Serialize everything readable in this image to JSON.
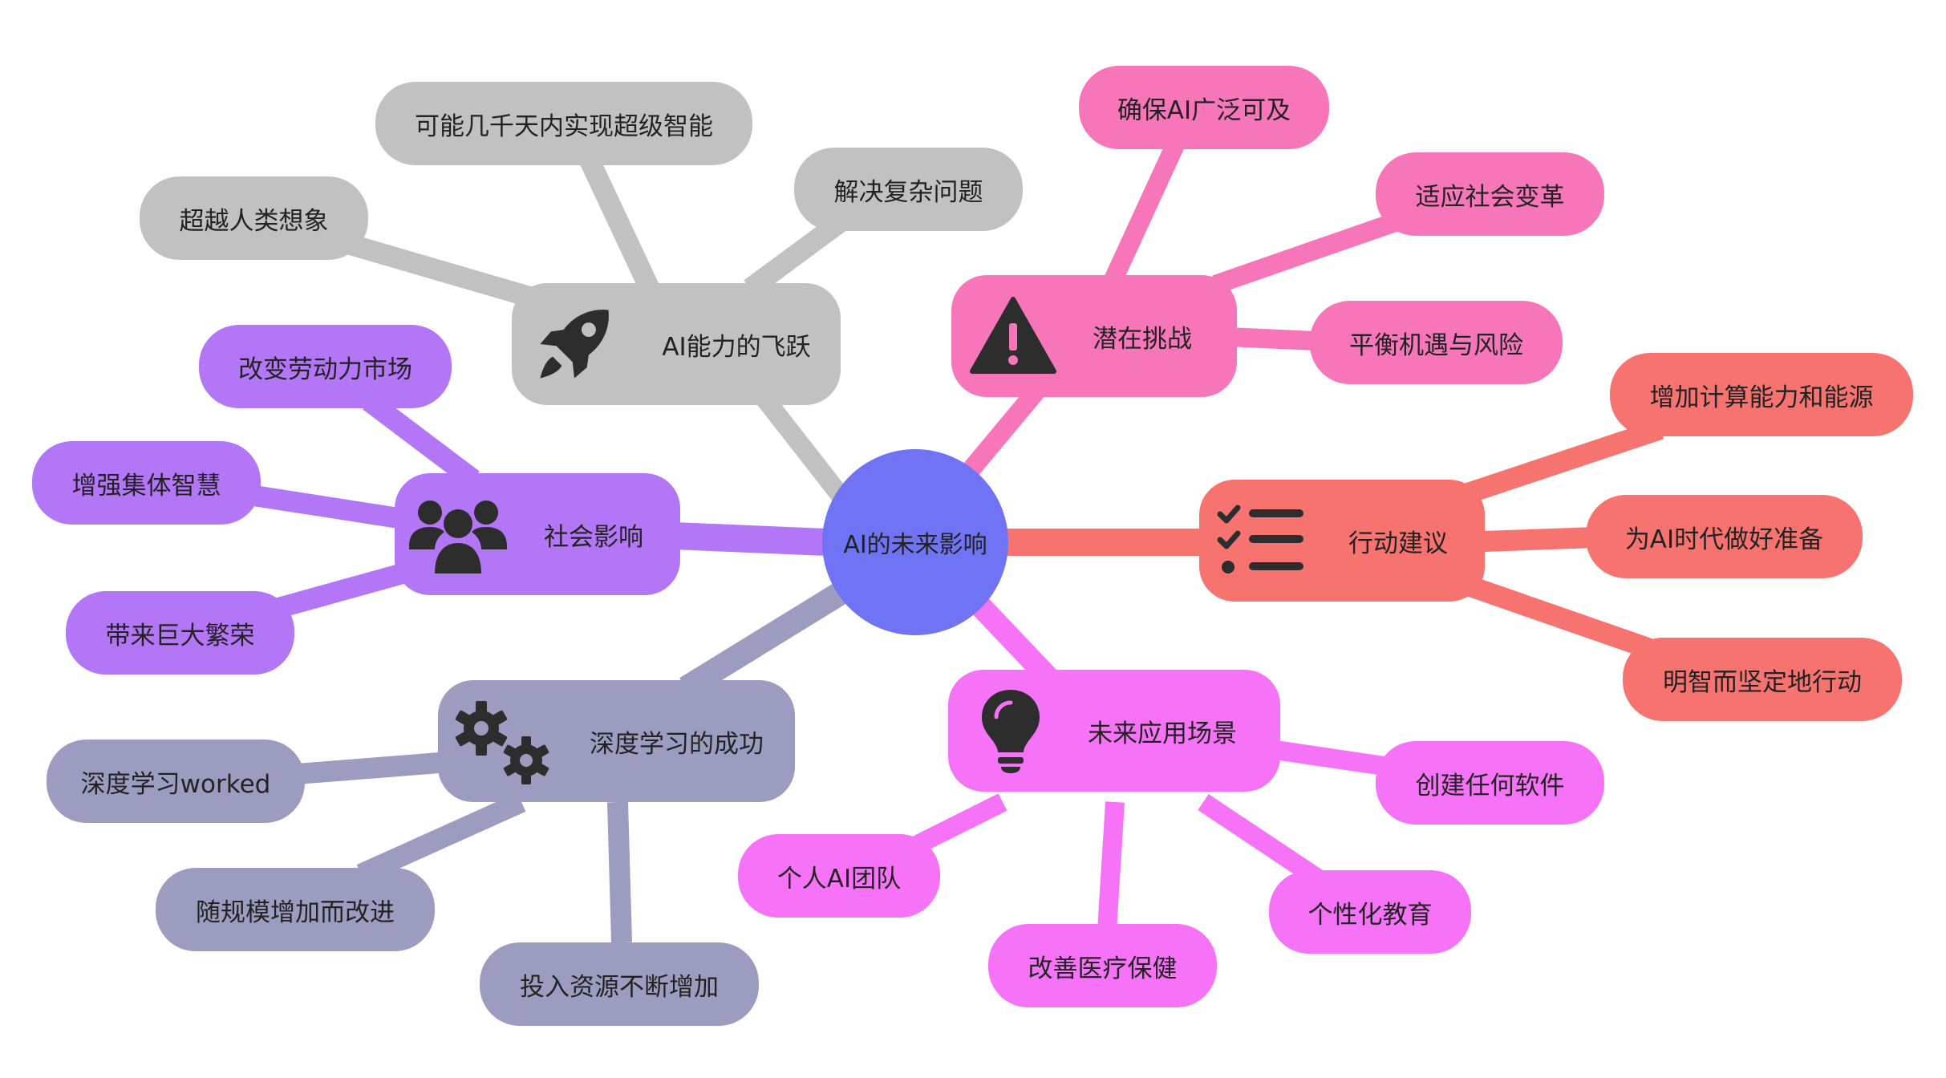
{
  "root": {
    "label": "AI的未来影响",
    "color": "#7074f4"
  },
  "branches": {
    "ai_leap": {
      "label": "AI能力的飞跃",
      "icon": "rocket-icon",
      "color": "#c1c1c1",
      "children": [
        "可能几千天内实现超级智能",
        "解决复杂问题",
        "超越人类想象"
      ]
    },
    "challenges": {
      "label": "潜在挑战",
      "icon": "warning-icon",
      "color": "#f776b9",
      "children": [
        "确保AI广泛可及",
        "适应社会变革",
        "平衡机遇与风险"
      ]
    },
    "social": {
      "label": "社会影响",
      "icon": "users-icon",
      "color": "#b376f6",
      "children": [
        "改变劳动力市场",
        "增强集体智慧",
        "带来巨大繁荣"
      ]
    },
    "actions": {
      "label": "行动建议",
      "icon": "checklist-icon",
      "color": "#f77370",
      "children": [
        "增加计算能力和能源",
        "为AI时代做好准备",
        "明智而坚定地行动"
      ]
    },
    "deep_learning": {
      "label": "深度学习的成功",
      "icon": "gears-icon",
      "color": "#9c9cc0",
      "children": [
        "深度学习worked",
        "随规模增加而改进",
        "投入资源不断增加"
      ]
    },
    "applications": {
      "label": "未来应用场景",
      "icon": "lightbulb-icon",
      "color": "#f673f7",
      "children": [
        "创建任何软件",
        "个人AI团队",
        "个性化教育",
        "改善医疗保健"
      ]
    }
  }
}
